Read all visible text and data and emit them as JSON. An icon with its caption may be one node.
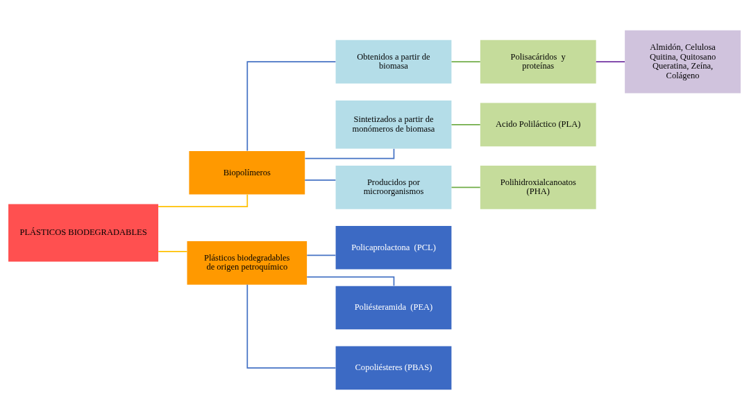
{
  "diagram": {
    "nodes": [
      {
        "text": [
          "PLÁSTICOS BIODEGRADABLES"
        ]
      },
      {
        "text": [
          "Biopolímeros"
        ]
      },
      {
        "text": [
          "Plásticos biodegradables de origen petroquímico"
        ]
      },
      {
        "text": [
          "Obtenidos a partir de biomasa"
        ]
      },
      {
        "text": [
          "Sintetizados a partir de monómeros de biomasa"
        ]
      },
      {
        "text": [
          "Producidos por microorganismos"
        ]
      },
      {
        "text": [
          "Polisacáridos  y proteínas"
        ]
      },
      {
        "text": [
          "Acido Poliláctico (PLA)"
        ]
      },
      {
        "text": [
          "Polihidroxialcanoatos (PHA)"
        ]
      },
      {
        "text": [
          "Almidón, Celulosa Quitina, Quitosano Queratina, Zeína, Colágeno"
        ]
      },
      {
        "text": [
          "Policaprolactona  (PCL)"
        ]
      },
      {
        "text": [
          "Poliésteramida  (PEA)"
        ]
      },
      {
        "text": [
          "Copoliésteres (PBAS)"
        ]
      }
    ],
    "edges": [
      {
        "from": 0,
        "to": 1,
        "arrow": "none",
        "color": "#ffc000"
      },
      {
        "from": 0,
        "to": 2,
        "arrow": "none",
        "color": "#ffc000"
      },
      {
        "from": 1,
        "to": 3,
        "arrow": "none"
      },
      {
        "from": 1,
        "to": 4,
        "arrow": "none"
      },
      {
        "from": 1,
        "to": 5,
        "arrow": "none"
      },
      {
        "from": 3,
        "to": 6,
        "arrow": "none",
        "color": "#70ad47"
      },
      {
        "from": 4,
        "to": 7,
        "arrow": "none",
        "color": "#70ad47"
      },
      {
        "from": 5,
        "to": 8,
        "arrow": "none",
        "color": "#70ad47"
      },
      {
        "from": 6,
        "to": 9,
        "arrow": "none",
        "color": "#7030a0"
      },
      {
        "from": 2,
        "to": 10,
        "arrow": "none"
      },
      {
        "from": 2,
        "to": 11,
        "arrow": "none"
      },
      {
        "from": 2,
        "to": 12,
        "arrow": "none"
      }
    ]
  }
}
